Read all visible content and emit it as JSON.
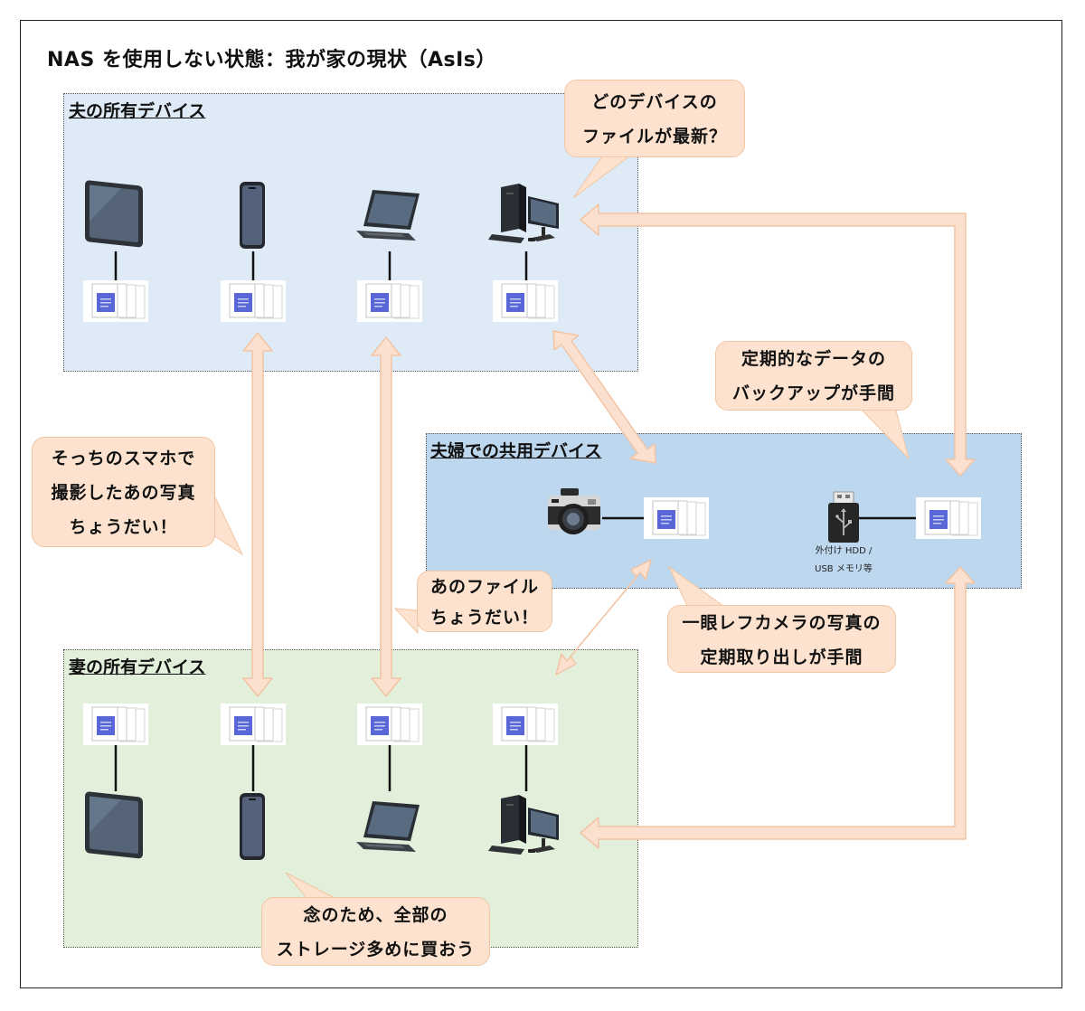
{
  "title": "NAS を使用しない状態：我が家の現状（AsIs）",
  "zones": {
    "husband": {
      "label": "夫の所有デバイス"
    },
    "shared": {
      "label": "夫婦での共用デバイス"
    },
    "wife": {
      "label": "妻の所有デバイス"
    }
  },
  "bubbles": {
    "latest": [
      "どのデバイスの",
      "ファイルが最新？"
    ],
    "backup": [
      "定期的なデータの",
      "バックアップが手間"
    ],
    "phone_photo": [
      "そっちのスマホで",
      "撮影したあの写真",
      "ちょうだい！"
    ],
    "that_file": [
      "あのファイル",
      "ちょうだい！"
    ],
    "camera": [
      "一眼レフカメラの写真の",
      "定期取り出しが手間"
    ],
    "storage": [
      "念のため、全部の",
      "ストレージ多めに買おう"
    ]
  },
  "external_storage": {
    "caption_line1": "外付け HDD /",
    "caption_line2": "USB メモリ等"
  },
  "colors": {
    "husband_zone": "#deebf7",
    "shared_zone": "#bdd7ee",
    "wife_zone": "#e2efda",
    "bubble": "#fde3cf",
    "arrow_fill": "#fbe0cf",
    "arrow_stroke": "#f2c4a4"
  },
  "icons": [
    "tablet-icon",
    "smartphone-icon",
    "laptop-icon",
    "desktop-pc-icon",
    "camera-icon",
    "usb-drive-icon",
    "file-stack-icon"
  ]
}
